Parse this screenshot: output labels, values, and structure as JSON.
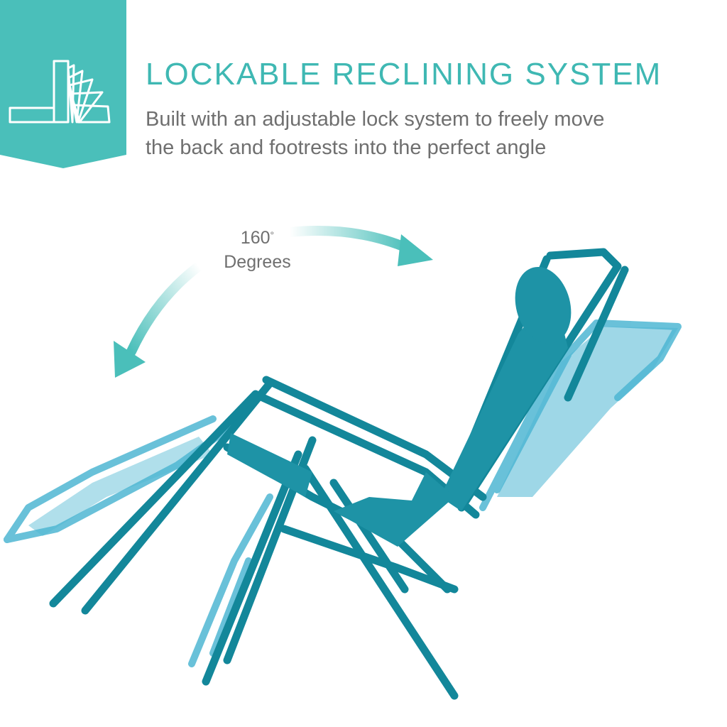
{
  "colors": {
    "accent": "#4ABFBA",
    "title_text": "#3FB8B3",
    "body_text": "#6F6F6F",
    "chair_frame": "#13879A",
    "chair_fabric": "#1E93A6",
    "chair_ghost": "#4FB7D3"
  },
  "badge": {
    "icon": "reclining-angles-icon"
  },
  "heading": {
    "title": "LOCKABLE RECLINING SYSTEM",
    "subtitle_line1": "Built with an adjustable lock system to freely move",
    "subtitle_line2": "the back and footrests into the perfect angle"
  },
  "angle": {
    "value": "160",
    "unit_symbol": "°",
    "label": "Degrees",
    "arrow_icon": "curved-double-arrow-icon"
  },
  "product": {
    "image": "zero-gravity-reclining-chair"
  }
}
